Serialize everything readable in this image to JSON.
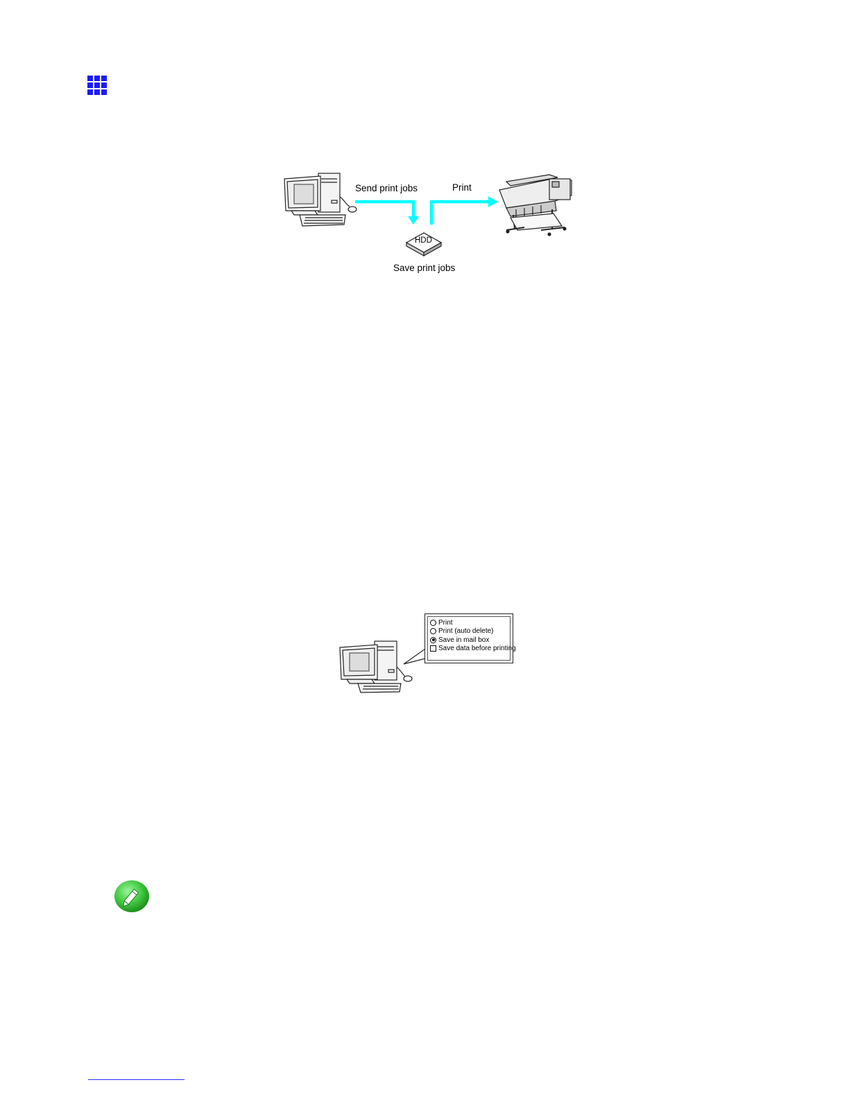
{
  "diagram_1": {
    "label_send": "Send print jobs",
    "label_print": "Print",
    "label_hdd": "HDD",
    "label_save": "Save print jobs"
  },
  "diagram_2": {
    "options": [
      {
        "label": "Print",
        "control": "radio",
        "selected": false
      },
      {
        "label": "Print (auto delete)",
        "control": "radio",
        "selected": false
      },
      {
        "label": "Save in mail box",
        "control": "radio",
        "selected": true
      },
      {
        "label": "Save data before printing",
        "control": "checkbox",
        "selected": false
      }
    ]
  },
  "colors": {
    "arrow": "#00ffff",
    "grid_icon": "#1a1aff",
    "note_icon": "#3ec83e",
    "footer_rule": "#2a2aff"
  },
  "icons": {
    "section": "grid-icon",
    "note": "note-pencil-icon"
  }
}
